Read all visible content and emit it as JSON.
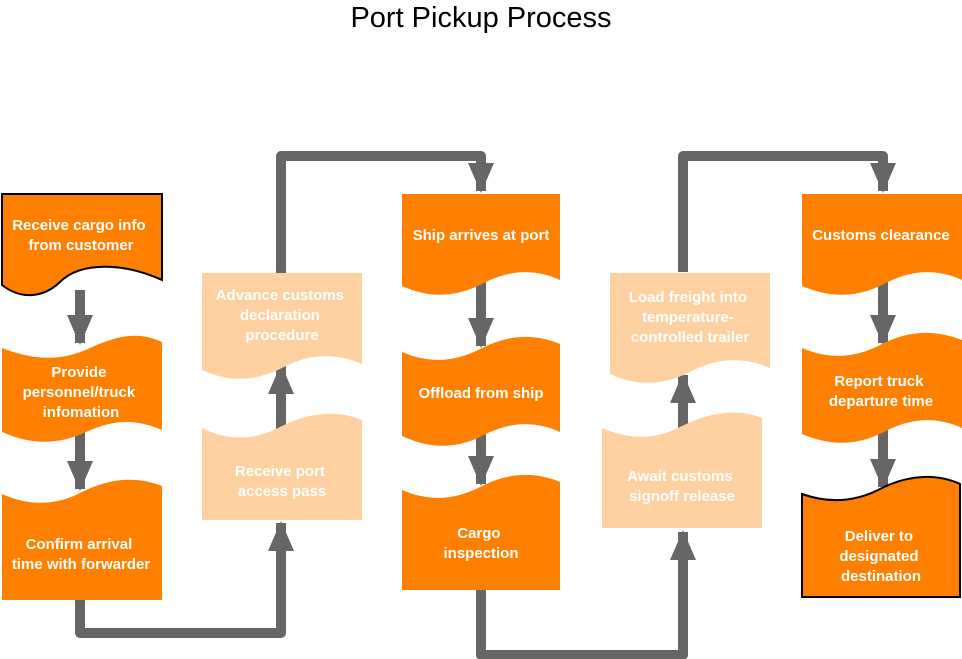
{
  "title": "Port Pickup Process",
  "colors": {
    "primary": "#ff8000",
    "secondary": "#ffd0a0",
    "connector": "#666666",
    "text": "#ffffff",
    "outline": "#000000"
  },
  "steps": [
    {
      "id": "receive-cargo-info",
      "lines": [
        "Receive cargo info",
        "from customer"
      ],
      "style": "primary"
    },
    {
      "id": "provide-personnel",
      "lines": [
        "Provide",
        "personnel/truck",
        "infomation"
      ],
      "style": "primary"
    },
    {
      "id": "confirm-arrival",
      "lines": [
        "Confirm arrival",
        "time with forwarder"
      ],
      "style": "primary"
    },
    {
      "id": "receive-port-pass",
      "lines": [
        "Receive port",
        "access pass"
      ],
      "style": "secondary"
    },
    {
      "id": "advance-customs",
      "lines": [
        "Advance customs",
        "declaration",
        "procedure"
      ],
      "style": "secondary"
    },
    {
      "id": "ship-arrives",
      "lines": [
        "Ship arrives at port"
      ],
      "style": "primary"
    },
    {
      "id": "offload-ship",
      "lines": [
        "Offload from ship"
      ],
      "style": "primary"
    },
    {
      "id": "cargo-inspection",
      "lines": [
        "Cargo",
        "inspection"
      ],
      "style": "primary"
    },
    {
      "id": "await-customs",
      "lines": [
        "Await customs",
        "signoff release"
      ],
      "style": "secondary"
    },
    {
      "id": "load-freight",
      "lines": [
        "Load freight into",
        "temperature-",
        "controlled trailer"
      ],
      "style": "secondary"
    },
    {
      "id": "customs-clearance",
      "lines": [
        "Customs clearance"
      ],
      "style": "primary"
    },
    {
      "id": "report-departure",
      "lines": [
        "Report truck",
        "departure time"
      ],
      "style": "primary"
    },
    {
      "id": "deliver-destination",
      "lines": [
        "Deliver to",
        "designated",
        "destination"
      ],
      "style": "primary"
    }
  ]
}
